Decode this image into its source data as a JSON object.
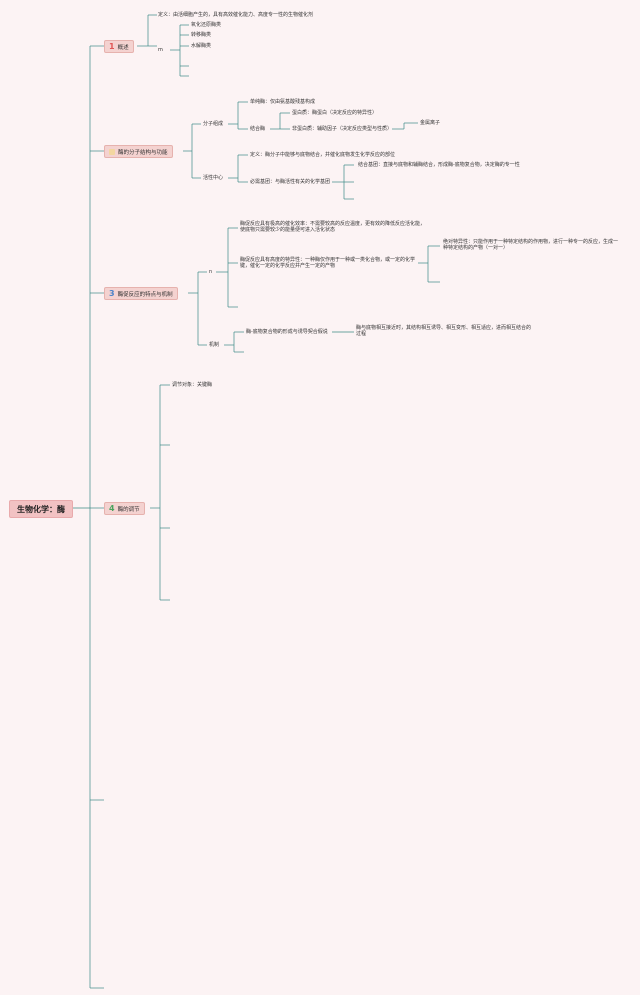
{
  "root": {
    "title": "生物化学：酶"
  },
  "branches": [
    {
      "badge": "1",
      "title": "概述",
      "definition": "定义：由活细胞产生的，具有高效催化能力、高度专一性的生物催化剂",
      "note": "m",
      "items": [
        "氧化还原酶类",
        "转移酶类",
        "水解酶类"
      ]
    },
    {
      "badge": "",
      "title": "酶的分子结构与功能",
      "composition": {
        "label": "分子组成",
        "simple": "单纯酶：仅由氨基酸残基构成",
        "conjugated": {
          "label": "结合酶",
          "apoenzyme": "蛋白质：酶蛋白（决定反应的特异性）",
          "cofactor": "非蛋白质：辅助因子（决定反应类型与性质）",
          "cofactor_child": "金属离子"
        }
      },
      "active_center": {
        "label": "活性中心",
        "definition": "定义：酶分子中能够与底物结合，并催化底物发生化学反应的部位",
        "essential": "必需基团：与酶活性有关的化学基团",
        "binding": "结合基团：直接与底物和辅酶结合，形成酶-底物复合物，决定酶的专一性"
      }
    },
    {
      "badge": "3",
      "title": "酶促反应的特点与机制",
      "features": {
        "label": "n",
        "efficiency": "酶促反应具有极高的催化效率：不需要较高的反应温度，更有效的降低反应活化能，使底物只需要较少的能量便可进入活化状态",
        "specificity": "酶促反应具有高度的特异性：一种酶仅作用于一种或一类化合物，或一定的化学键，催化一定的化学反应并产生一定的产物",
        "absolute": "绝对特异性：只能作用于一种特定结构的作用物，进行一种专一的反应，生成一种特定结构的产物（一对一）"
      },
      "mechanism": {
        "label": "机制",
        "text": "酶-底物复合物的形成与诱导契合假说",
        "detail": "酶与底物相互接近时，其结构相互诱导、相互变形、相互适应，进而相互结合的过程"
      }
    },
    {
      "badge": "4",
      "title": "酶的调节",
      "target": "调节对象：关键酶"
    }
  ]
}
